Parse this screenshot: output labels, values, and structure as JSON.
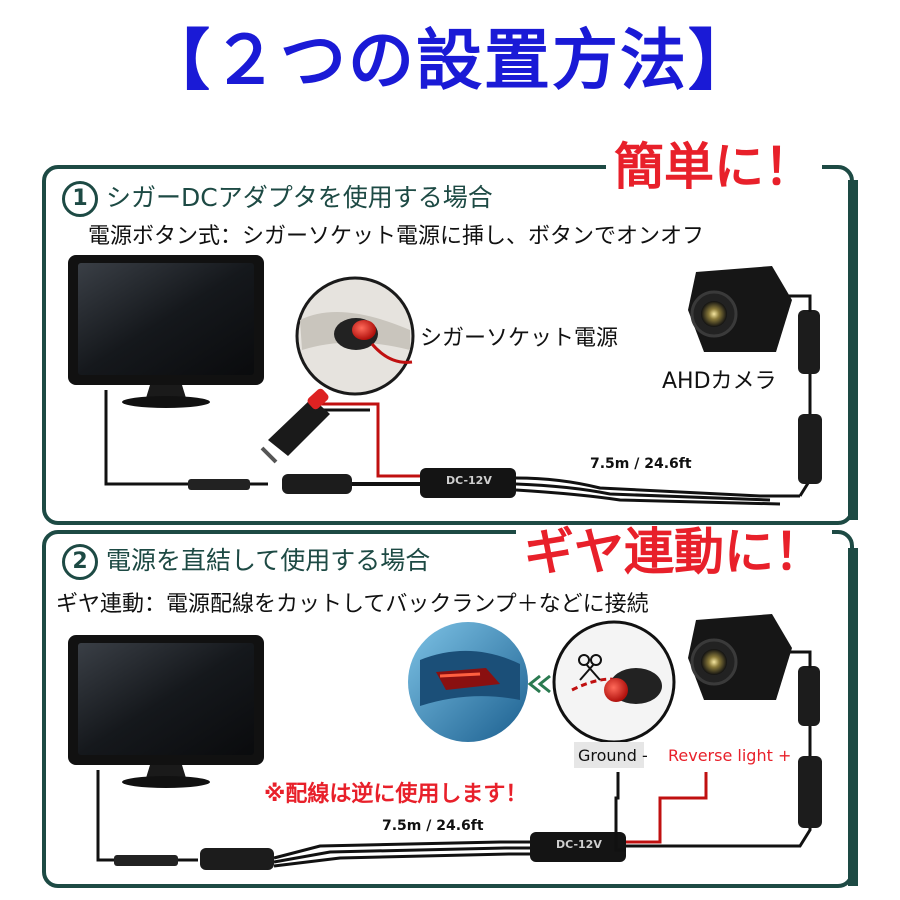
{
  "title": "【２つの設置方法】",
  "method1": {
    "number": "1",
    "heading": "シガーDCアダプタを使用する場合",
    "subheading": "電源ボタン式：シガーソケット電源に挿し、ボタンでオンオフ",
    "badge": "簡単に！",
    "socket_label": "シガーソケット電源",
    "camera_label": "AHDカメラ",
    "cable_length": "7.5m / 24.6ft",
    "box_label": "DC-12V"
  },
  "method2": {
    "number": "2",
    "heading": "電源を直結して使用する場合",
    "subheading": "ギヤ連動：電源配線をカットしてバックランプ＋などに接続",
    "badge": "ギヤ連動に！",
    "ground_label": "Ground -",
    "reverse_label": "Reverse light +",
    "warning": "※配線は逆に使用します！",
    "cable_length": "7.5m / 24.6ft",
    "box_label": "DC-12V"
  },
  "colors": {
    "title": "#1a1ad6",
    "accent": "#e8202a",
    "panel_border": "#1d4a44"
  },
  "icons": [
    "monitor-icon",
    "camera-icon",
    "cigarette-plug-icon",
    "scissors-icon",
    "car-taillight-icon"
  ]
}
